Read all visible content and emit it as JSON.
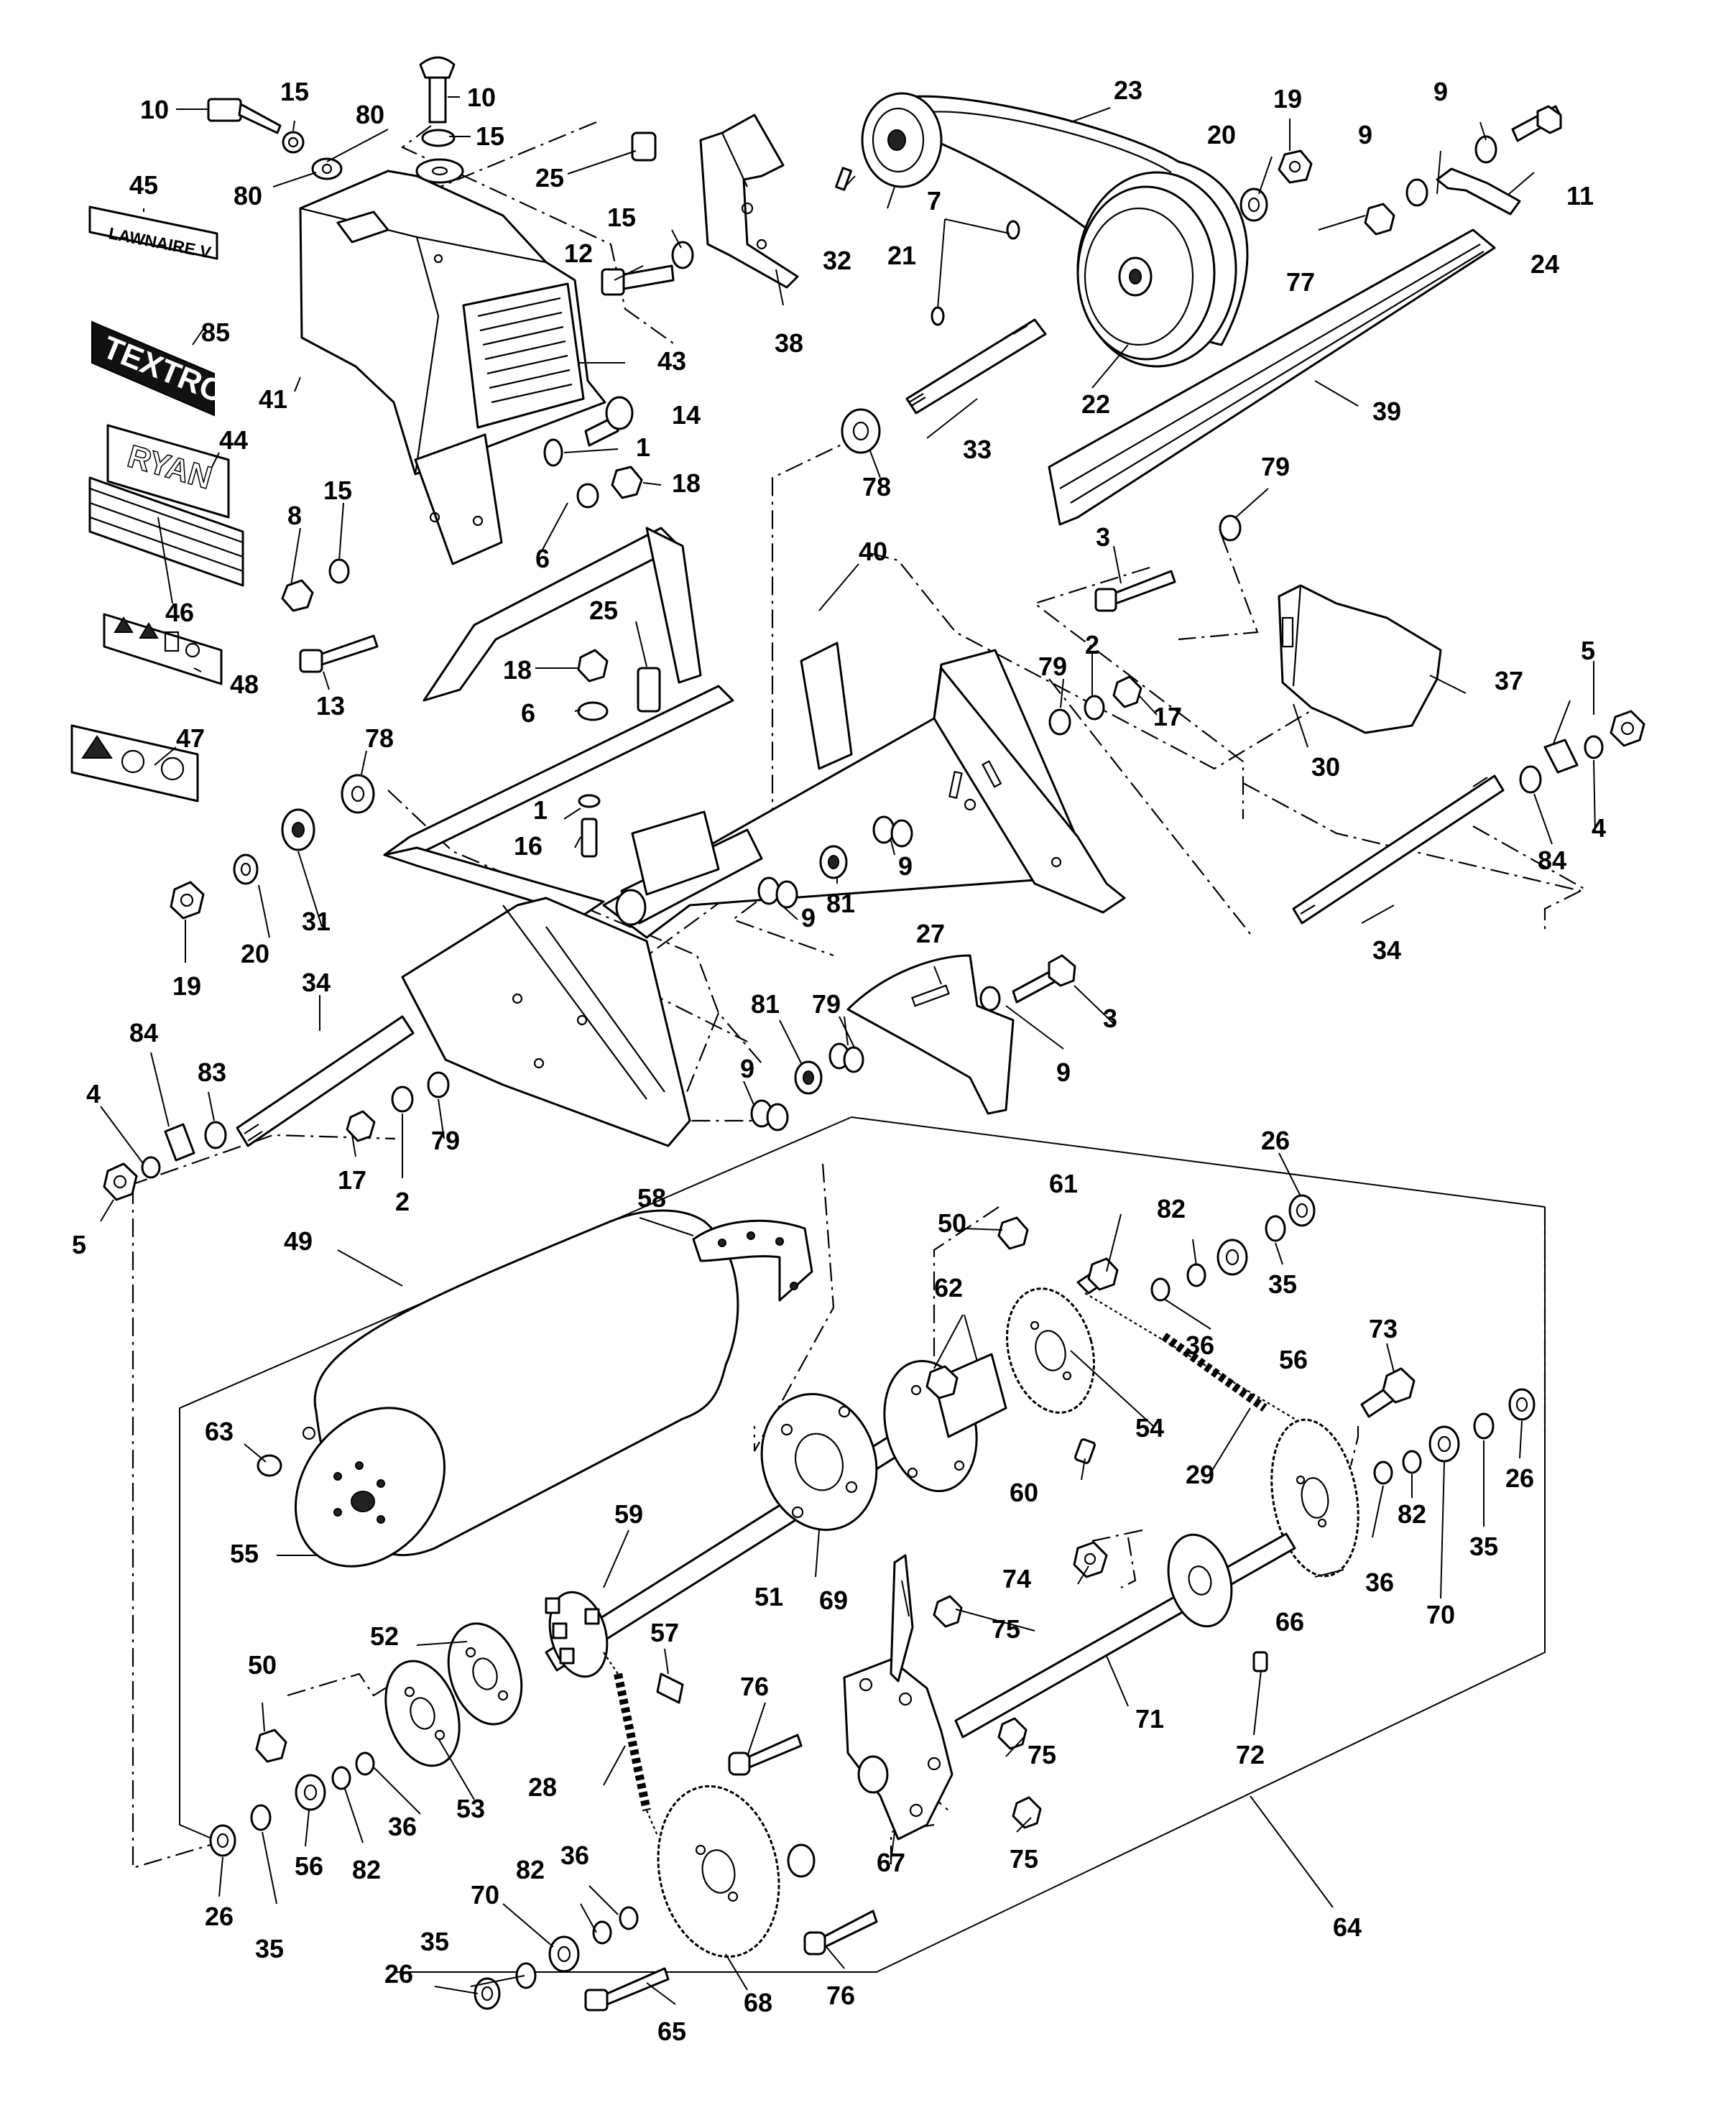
{
  "diagram": {
    "decals": {
      "lawnaire_label": "LAWNAIRE V",
      "textron_label": "TEXTRON",
      "ryan_label": "RYAN"
    },
    "callouts": [
      {
        "key": "c10a",
        "text": "10"
      },
      {
        "key": "c15a",
        "text": "15"
      },
      {
        "key": "c10b",
        "text": "10"
      },
      {
        "key": "c80a",
        "text": "80"
      },
      {
        "key": "c15b",
        "text": "15"
      },
      {
        "key": "c45",
        "text": "45"
      },
      {
        "key": "c80b",
        "text": "80"
      },
      {
        "key": "c25a",
        "text": "25"
      },
      {
        "key": "c23",
        "text": "23"
      },
      {
        "key": "c19a",
        "text": "19"
      },
      {
        "key": "c9a",
        "text": "9"
      },
      {
        "key": "c20a",
        "text": "20"
      },
      {
        "key": "c9b",
        "text": "9"
      },
      {
        "key": "c11",
        "text": "11"
      },
      {
        "key": "c7",
        "text": "7"
      },
      {
        "key": "c15c",
        "text": "15"
      },
      {
        "key": "c12",
        "text": "12"
      },
      {
        "key": "c32",
        "text": "32"
      },
      {
        "key": "c21",
        "text": "21"
      },
      {
        "key": "c77",
        "text": "77"
      },
      {
        "key": "c24",
        "text": "24"
      },
      {
        "key": "c85",
        "text": "85"
      },
      {
        "key": "c38",
        "text": "38"
      },
      {
        "key": "c43",
        "text": "43"
      },
      {
        "key": "c41",
        "text": "41"
      },
      {
        "key": "c22",
        "text": "22"
      },
      {
        "key": "c14",
        "text": "14"
      },
      {
        "key": "c39",
        "text": "39"
      },
      {
        "key": "c44",
        "text": "44"
      },
      {
        "key": "c1a",
        "text": "1"
      },
      {
        "key": "c33",
        "text": "33"
      },
      {
        "key": "c18a",
        "text": "18"
      },
      {
        "key": "c15d",
        "text": "15"
      },
      {
        "key": "c78a",
        "text": "78"
      },
      {
        "key": "c79a",
        "text": "79"
      },
      {
        "key": "c8",
        "text": "8"
      },
      {
        "key": "c6a",
        "text": "6"
      },
      {
        "key": "c46",
        "text": "46"
      },
      {
        "key": "c3a",
        "text": "3"
      },
      {
        "key": "c40",
        "text": "40"
      },
      {
        "key": "c25b",
        "text": "25"
      },
      {
        "key": "c18b",
        "text": "18"
      },
      {
        "key": "c48",
        "text": "48"
      },
      {
        "key": "c2a",
        "text": "2"
      },
      {
        "key": "c79b",
        "text": "79"
      },
      {
        "key": "c5a",
        "text": "5"
      },
      {
        "key": "c13",
        "text": "13"
      },
      {
        "key": "c6b",
        "text": "6"
      },
      {
        "key": "c17a",
        "text": "17"
      },
      {
        "key": "c37",
        "text": "37"
      },
      {
        "key": "c47",
        "text": "47"
      },
      {
        "key": "c78b",
        "text": "78"
      },
      {
        "key": "c30",
        "text": "30"
      },
      {
        "key": "c1b",
        "text": "1"
      },
      {
        "key": "c4a",
        "text": "4"
      },
      {
        "key": "c84a",
        "text": "84"
      },
      {
        "key": "c16",
        "text": "16"
      },
      {
        "key": "c9c",
        "text": "9"
      },
      {
        "key": "c81a",
        "text": "81"
      },
      {
        "key": "c9d",
        "text": "9"
      },
      {
        "key": "c19b",
        "text": "19"
      },
      {
        "key": "c20b",
        "text": "20"
      },
      {
        "key": "c31",
        "text": "31"
      },
      {
        "key": "c27",
        "text": "27"
      },
      {
        "key": "c34a",
        "text": "34"
      },
      {
        "key": "c34b",
        "text": "34"
      },
      {
        "key": "c3b",
        "text": "3"
      },
      {
        "key": "c81b",
        "text": "81"
      },
      {
        "key": "c79c",
        "text": "79"
      },
      {
        "key": "c84b",
        "text": "84"
      },
      {
        "key": "c83",
        "text": "83"
      },
      {
        "key": "c9e",
        "text": "9"
      },
      {
        "key": "c9f",
        "text": "9"
      },
      {
        "key": "c4b",
        "text": "4"
      },
      {
        "key": "c79d",
        "text": "79"
      },
      {
        "key": "c17b",
        "text": "17"
      },
      {
        "key": "c2b",
        "text": "2"
      },
      {
        "key": "c5b",
        "text": "5"
      },
      {
        "key": "c26a",
        "text": "26"
      },
      {
        "key": "c58",
        "text": "58"
      },
      {
        "key": "c61",
        "text": "61"
      },
      {
        "key": "c82a",
        "text": "82"
      },
      {
        "key": "c50a",
        "text": "50"
      },
      {
        "key": "c49",
        "text": "49"
      },
      {
        "key": "c35a",
        "text": "35"
      },
      {
        "key": "c62",
        "text": "62"
      },
      {
        "key": "c36a",
        "text": "36"
      },
      {
        "key": "c56a",
        "text": "56"
      },
      {
        "key": "c73",
        "text": "73"
      },
      {
        "key": "c63",
        "text": "63"
      },
      {
        "key": "c54",
        "text": "54"
      },
      {
        "key": "c60",
        "text": "60"
      },
      {
        "key": "c29",
        "text": "29"
      },
      {
        "key": "c26b",
        "text": "26"
      },
      {
        "key": "c82b",
        "text": "82"
      },
      {
        "key": "c35b",
        "text": "35"
      },
      {
        "key": "c59",
        "text": "59"
      },
      {
        "key": "c55",
        "text": "55"
      },
      {
        "key": "c51",
        "text": "51"
      },
      {
        "key": "c74",
        "text": "74"
      },
      {
        "key": "c36b",
        "text": "36"
      },
      {
        "key": "c69",
        "text": "69"
      },
      {
        "key": "c75a",
        "text": "75"
      },
      {
        "key": "c66",
        "text": "66"
      },
      {
        "key": "c70a",
        "text": "70"
      },
      {
        "key": "c52",
        "text": "52"
      },
      {
        "key": "c57",
        "text": "57"
      },
      {
        "key": "c50b",
        "text": "50"
      },
      {
        "key": "c76a",
        "text": "76"
      },
      {
        "key": "c71",
        "text": "71"
      },
      {
        "key": "c72",
        "text": "72"
      },
      {
        "key": "c75b",
        "text": "75"
      },
      {
        "key": "c28",
        "text": "28"
      },
      {
        "key": "c53",
        "text": "53"
      },
      {
        "key": "c36c",
        "text": "36"
      },
      {
        "key": "c75c",
        "text": "75"
      },
      {
        "key": "c67",
        "text": "67"
      },
      {
        "key": "c56b",
        "text": "56"
      },
      {
        "key": "c82c",
        "text": "82"
      },
      {
        "key": "c36d",
        "text": "36"
      },
      {
        "key": "c26c",
        "text": "26"
      },
      {
        "key": "c35c",
        "text": "35"
      },
      {
        "key": "c70b",
        "text": "70"
      },
      {
        "key": "c82d",
        "text": "82"
      },
      {
        "key": "c64",
        "text": "64"
      },
      {
        "key": "c35d",
        "text": "35"
      },
      {
        "key": "c76b",
        "text": "76"
      },
      {
        "key": "c26d",
        "text": "26"
      },
      {
        "key": "c65",
        "text": "65"
      },
      {
        "key": "c68",
        "text": "68"
      }
    ]
  }
}
